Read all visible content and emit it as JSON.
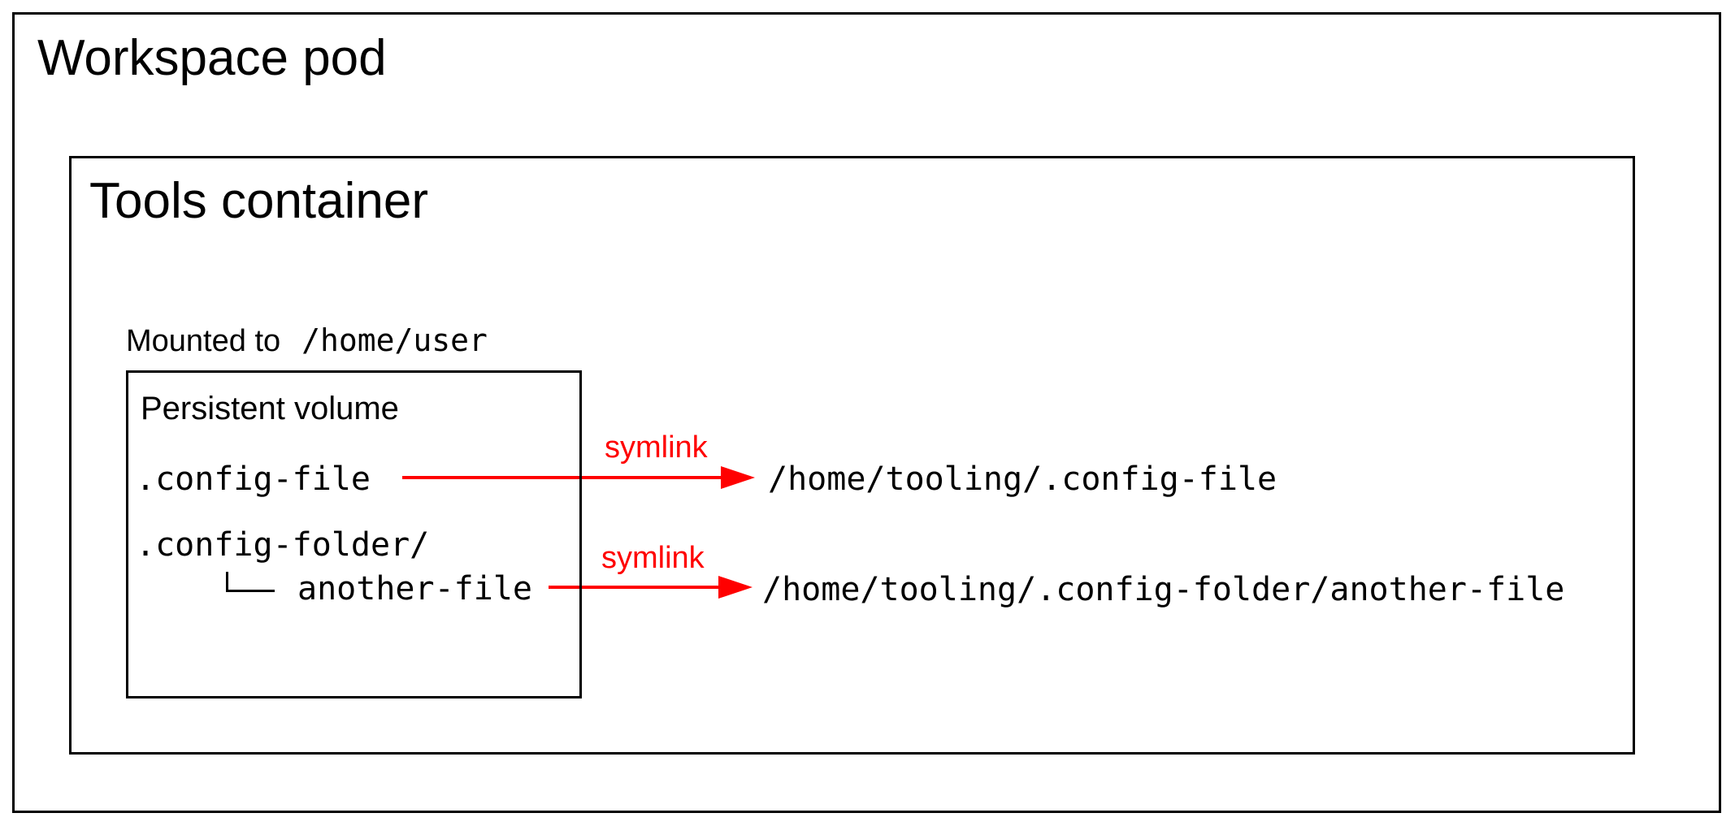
{
  "workspace_pod": {
    "title": "Workspace pod"
  },
  "tools_container": {
    "title": "Tools container",
    "mount_label": "Mounted to",
    "mount_path": "/home/user"
  },
  "persistent_volume": {
    "title": "Persistent volume",
    "file_entry": ".config-file",
    "folder_entry": ".config-folder/",
    "folder_child_entry": "another-file"
  },
  "symlinks": [
    {
      "label": "symlink",
      "target": "/home/tooling/.config-file"
    },
    {
      "label": "symlink",
      "target": "/home/tooling/.config-folder/another-file"
    }
  ],
  "colors": {
    "symlink_red": "#ff0000",
    "border_black": "#000000",
    "background": "#ffffff"
  }
}
